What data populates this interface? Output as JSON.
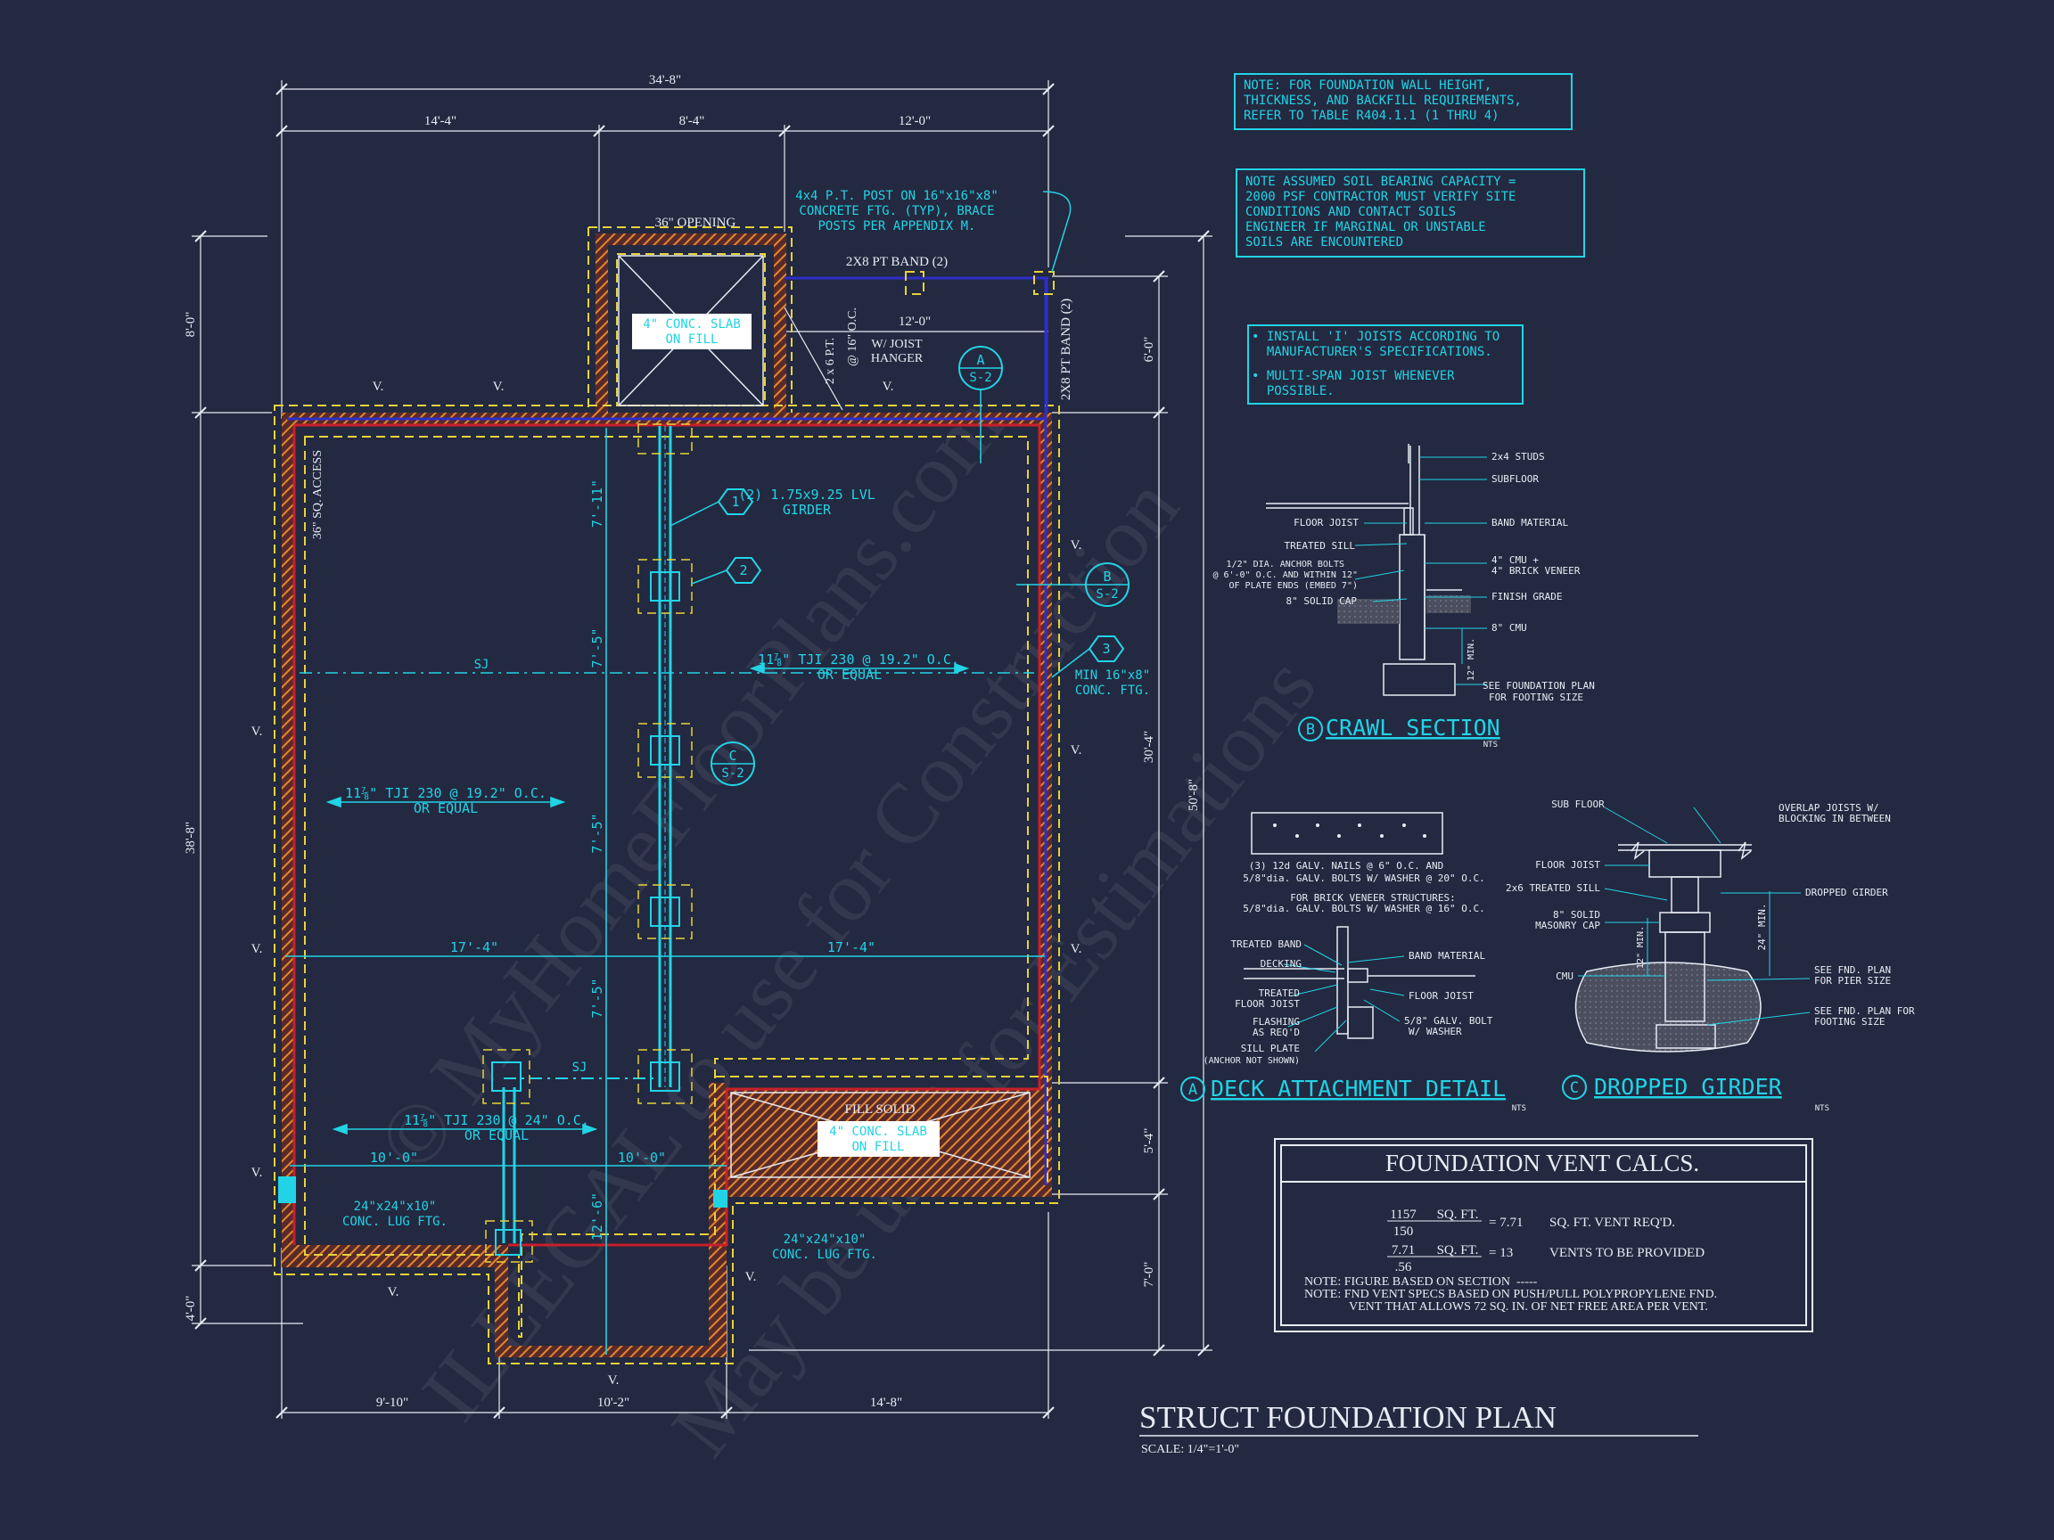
{
  "overall_dims": {
    "top_total": "34'-8\"",
    "top_segments": [
      "14'-4\"",
      "8'-4\"",
      "12'-0\""
    ],
    "bottom_segments": [
      "9'-10\"",
      "10'-2\"",
      "14'-8\""
    ],
    "left_segments": [
      "8'-0\"",
      "38'-8\"",
      "4'-0\""
    ],
    "right_inner": [
      "6'-0\"",
      "30'-4\"",
      "5'-4\"",
      "7'-0\""
    ],
    "right_total": "50'-8\""
  },
  "plan_labels": {
    "opening": "36\" OPENING",
    "band_top": "2X8 PT BAND (2)",
    "band_right": "2X8 PT BAND (2)",
    "post_note": [
      "4x4 P.T. POST ON 16\"x16\"x8\"",
      "CONCRETE FTG. (TYP), BRACE",
      "POSTS PER APPENDIX M."
    ],
    "porch_span": "12'-0\"",
    "porch_joist": "2 x 6 P.T.",
    "porch_oc": "@ 16\" O.C.",
    "joist_hanger": [
      "W/ JOIST",
      "HANGER"
    ],
    "slab_top": [
      "4\" CONC. SLAB",
      "ON FILL"
    ],
    "slab_bottom": [
      "4\" CONC. SLAB",
      "ON FILL"
    ],
    "fill_solid": "FILL SOLID",
    "access": "36\" SQ. ACCESS",
    "girder": [
      "(2) 1.75x9.25 LVL",
      "GIRDER"
    ],
    "joist_right": [
      "11⅞\" TJI 230 @ 19.2\" O.C.",
      "OR EQUAL"
    ],
    "joist_left": [
      "11⅞\" TJI 230 @ 19.2\" O.C.",
      "OR EQUAL"
    ],
    "joist_bottom": [
      "11⅞\" TJI 230 @ 24\" O.C.",
      "OR EQUAL"
    ],
    "min_ftg": [
      "MIN 16\"x8\"",
      "CONC. FTG."
    ],
    "lug_left": [
      "24\"x24\"x10\"",
      "CONC. LUG FTG."
    ],
    "lug_right": [
      "24\"x24\"x10\"",
      "CONC. LUG FTG."
    ],
    "sj": "SJ",
    "vent": "V.",
    "span_1": "7'-11\"",
    "span_2": "7'-5\"",
    "span_3": "7'-5\"",
    "span_4": "7'-5\"",
    "span_5": "12'-6\"",
    "span_17a": "17'-4\"",
    "span_17b": "17'-4\"",
    "span_10a": "10'-0\"",
    "span_10b": "10'-0\"",
    "tag_1": "1",
    "tag_2": "2",
    "tag_3": "3",
    "callout_a": [
      "A",
      "S-2"
    ],
    "callout_b": [
      "B",
      "S-2"
    ],
    "callout_c": [
      "C",
      "S-2"
    ]
  },
  "notes": {
    "wall_note": [
      "NOTE: FOR FOUNDATION WALL HEIGHT,",
      "THICKNESS, AND BACKFILL REQUIREMENTS,",
      "REFER TO TABLE R404.1.1 (1 THRU 4)"
    ],
    "soil_note": [
      "NOTE ASSUMED SOIL BEARING CAPACITY =",
      "2000 PSF CONTRACTOR MUST VERIFY SITE",
      "CONDITIONS AND CONTACT SOILS",
      "ENGINEER IF MARGINAL OR UNSTABLE",
      "SOILS ARE ENCOUNTERED"
    ],
    "joist_note": [
      "• INSTALL 'I' JOISTS ACCORDING TO",
      "  MANUFACTURER'S SPECIFICATIONS.",
      "• MULTI-SPAN JOIST WHENEVER",
      "  POSSIBLE."
    ]
  },
  "crawl_section": {
    "title_letter": "B",
    "title": "CRAWL SECTION",
    "nts": "NTS",
    "labels": [
      "2x4 STUDS",
      "SUBFLOOR",
      "FLOOR JOIST",
      "BAND MATERIAL",
      "TREATED SILL",
      "1/2\" DIA. ANCHOR BOLTS",
      "@ 6'-0\" O.C. AND WITHIN 12\"",
      "OF PLATE ENDS (EMBED 7\")",
      "4\" CMU +",
      "4\" BRICK VENEER",
      "8\" SOLID CAP",
      "FINISH GRADE",
      "8\" CMU",
      "12\" MIN.",
      "SEE FOUNDATION PLAN",
      "FOR FOOTING SIZE"
    ]
  },
  "deck_detail": {
    "title_letter": "A",
    "title": "DECK ATTACHMENT DETAIL",
    "nts": "NTS",
    "labels": [
      "(3) 12d GALV. NAILS @ 6\" O.C. AND",
      "5/8\"dia. GALV. BOLTS W/ WASHER @ 20\" O.C.",
      "FOR BRICK VENEER STRUCTURES:",
      "5/8\"dia. GALV. BOLTS W/ WASHER @ 16\" O.C.",
      "TREATED BAND",
      "DECKING",
      "TREATED",
      "FLOOR JOIST",
      "FLASHING",
      "AS REQ'D",
      "SILL PLATE",
      "(ANCHOR NOT SHOWN)",
      "BAND MATERIAL",
      "FLOOR JOIST",
      "5/8\" GALV. BOLT",
      "W/ WASHER"
    ]
  },
  "girder_detail": {
    "title_letter": "C",
    "title": "DROPPED GIRDER",
    "nts": "NTS",
    "labels": [
      "SUB FLOOR",
      "OVERLAP JOISTS W/",
      "BLOCKING IN BETWEEN",
      "FLOOR JOIST",
      "2x6 TREATED SILL",
      "DROPPED GIRDER",
      "8\" SOLID",
      "MASONRY CAP",
      "CMU",
      "12\" MIN.",
      "24\" MIN.",
      "SEE FND. PLAN",
      "FOR PIER SIZE",
      "SEE FND. PLAN FOR",
      "FOOTING SIZE"
    ]
  },
  "vent_calcs": {
    "title": "FOUNDATION VENT CALCS.",
    "row1": {
      "num": "1157",
      "unit": "SQ. FT.",
      "den": "150",
      "result": "= 7.71",
      "desc": "SQ. FT. VENT REQ'D."
    },
    "row2": {
      "num": "7.71",
      "unit": "SQ. FT.",
      "den": ".56",
      "result": "= 13",
      "desc": "VENTS TO BE PROVIDED"
    },
    "notes": [
      "NOTE: FIGURE BASED ON SECTION  -----",
      "NOTE: FND VENT SPECS BASED ON PUSH/PULL POLYPROPYLENE FND.",
      "VENT THAT ALLOWS 72 SQ. IN. OF NET FREE AREA PER VENT."
    ]
  },
  "sheet_title": "STRUCT FOUNDATION PLAN",
  "scale": "SCALE: 1/4\"=1'-0\"",
  "watermark": [
    "© MyHomeFloorPlans.com",
    "ILLEGAL to use for Construction",
    "May be used for Estimations"
  ],
  "colors": {
    "background": "#232940",
    "cyan": "#22d3e6",
    "white": "#e8ecf5",
    "yellow": "#e8d23a",
    "orange": "#e0892e",
    "red": "#c8202a",
    "blue": "#2e2ec8"
  }
}
